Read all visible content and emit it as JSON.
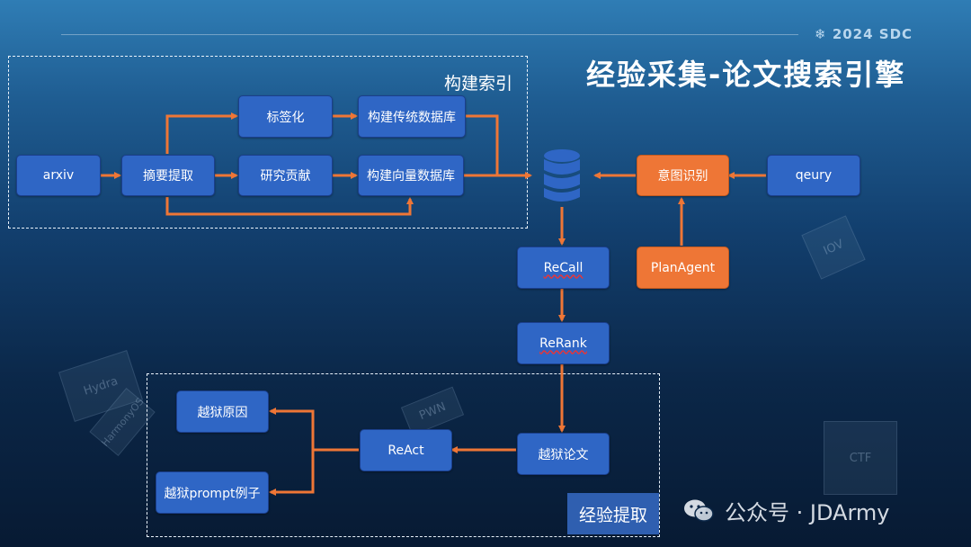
{
  "header": {
    "brand": "2024 SDC",
    "title": "经验采集-论文搜索引擎"
  },
  "sections": {
    "index_label": "构建索引",
    "extract_label": "经验提取"
  },
  "nodes": {
    "arxiv": "arxiv",
    "abstract": "摘要提取",
    "tagging": "标签化",
    "contribution": "研究贡献",
    "trad_db": "构建传统数据库",
    "vector_db": "构建向量数据库",
    "intent": "意图识别",
    "query": "qeury",
    "recall": "ReCall",
    "plan_agent": "PlanAgent",
    "rerank": "ReRank",
    "react": "ReAct",
    "jailbreak_paper": "越狱论文",
    "jailbreak_reason": "越狱原因",
    "jailbreak_prompt": "越狱prompt例子"
  },
  "colors": {
    "node_blue": "#2f66c5",
    "node_orange": "#ee7636",
    "arrow": "#ee7636",
    "background_top": "#2f7db5",
    "background_bottom": "#071a33"
  },
  "background_cubes": [
    "IOV",
    "Hydra",
    "HarmonyOS",
    "PWN",
    "CTF"
  ],
  "watermark": {
    "text": "公众号 · JDArmy"
  }
}
